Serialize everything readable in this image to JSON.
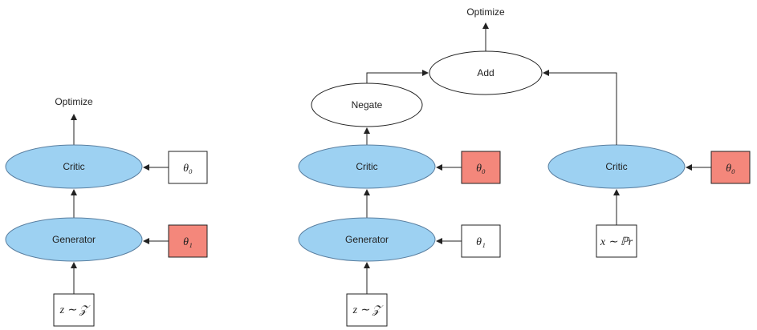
{
  "colors": {
    "process_fill": "#9dd1f2",
    "process_stroke": "#5a7fa0",
    "op_fill": "#ffffff",
    "op_stroke": "#222222",
    "param_trainable": "#f4877b",
    "param_frozen": "#ffffff",
    "line": "#222222"
  },
  "left": {
    "optimize": "Optimize",
    "critic": "Critic",
    "generator": "Generator",
    "theta0": "θ₀",
    "theta1": "θ₁",
    "input": "z ∼ 𝒵"
  },
  "right": {
    "optimize": "Optimize",
    "add": "Add",
    "negate": "Negate",
    "critic_fake": "Critic",
    "generator": "Generator",
    "theta0_fake": "θ₀",
    "theta1": "θ₁",
    "input_z": "z ∼ 𝒵",
    "critic_real": "Critic",
    "theta0_real": "θ₀",
    "input_x": "x ∼ ℙr"
  }
}
